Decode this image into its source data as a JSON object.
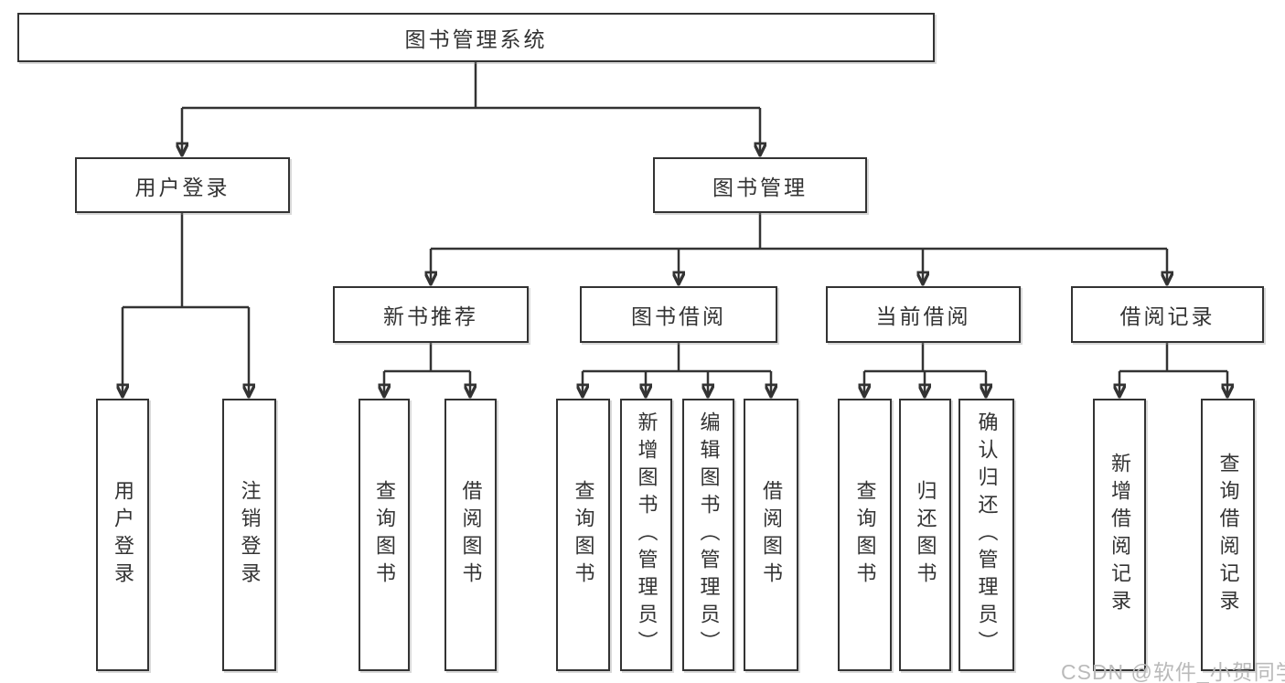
{
  "colors": {
    "line": "#333333",
    "text": "#333333",
    "watermark": "#bababa",
    "background": "#ffffff"
  },
  "watermark": {
    "text": "CSDN @软件_小贺同学"
  },
  "diagram": {
    "type": "hierarchy",
    "root": {
      "label": "图书管理系统"
    },
    "branches": [
      {
        "label": "用户登录",
        "children": [
          {
            "label": "用户登录"
          },
          {
            "label": "注销登录"
          }
        ]
      },
      {
        "label": "图书管理",
        "children": [
          {
            "label": "新书推荐",
            "children": [
              {
                "label": "查询图书"
              },
              {
                "label": "借阅图书"
              }
            ]
          },
          {
            "label": "图书借阅",
            "children": [
              {
                "label": "查询图书"
              },
              {
                "label": "新增图书（管理员）"
              },
              {
                "label": "编辑图书（管理员）"
              },
              {
                "label": "借阅图书"
              }
            ]
          },
          {
            "label": "当前借阅",
            "children": [
              {
                "label": "查询图书"
              },
              {
                "label": "归还图书"
              },
              {
                "label": "确认归还（管理员）"
              }
            ]
          },
          {
            "label": "借阅记录",
            "children": [
              {
                "label": "新增借阅记录"
              },
              {
                "label": "查询借阅记录"
              }
            ]
          }
        ]
      }
    ]
  }
}
